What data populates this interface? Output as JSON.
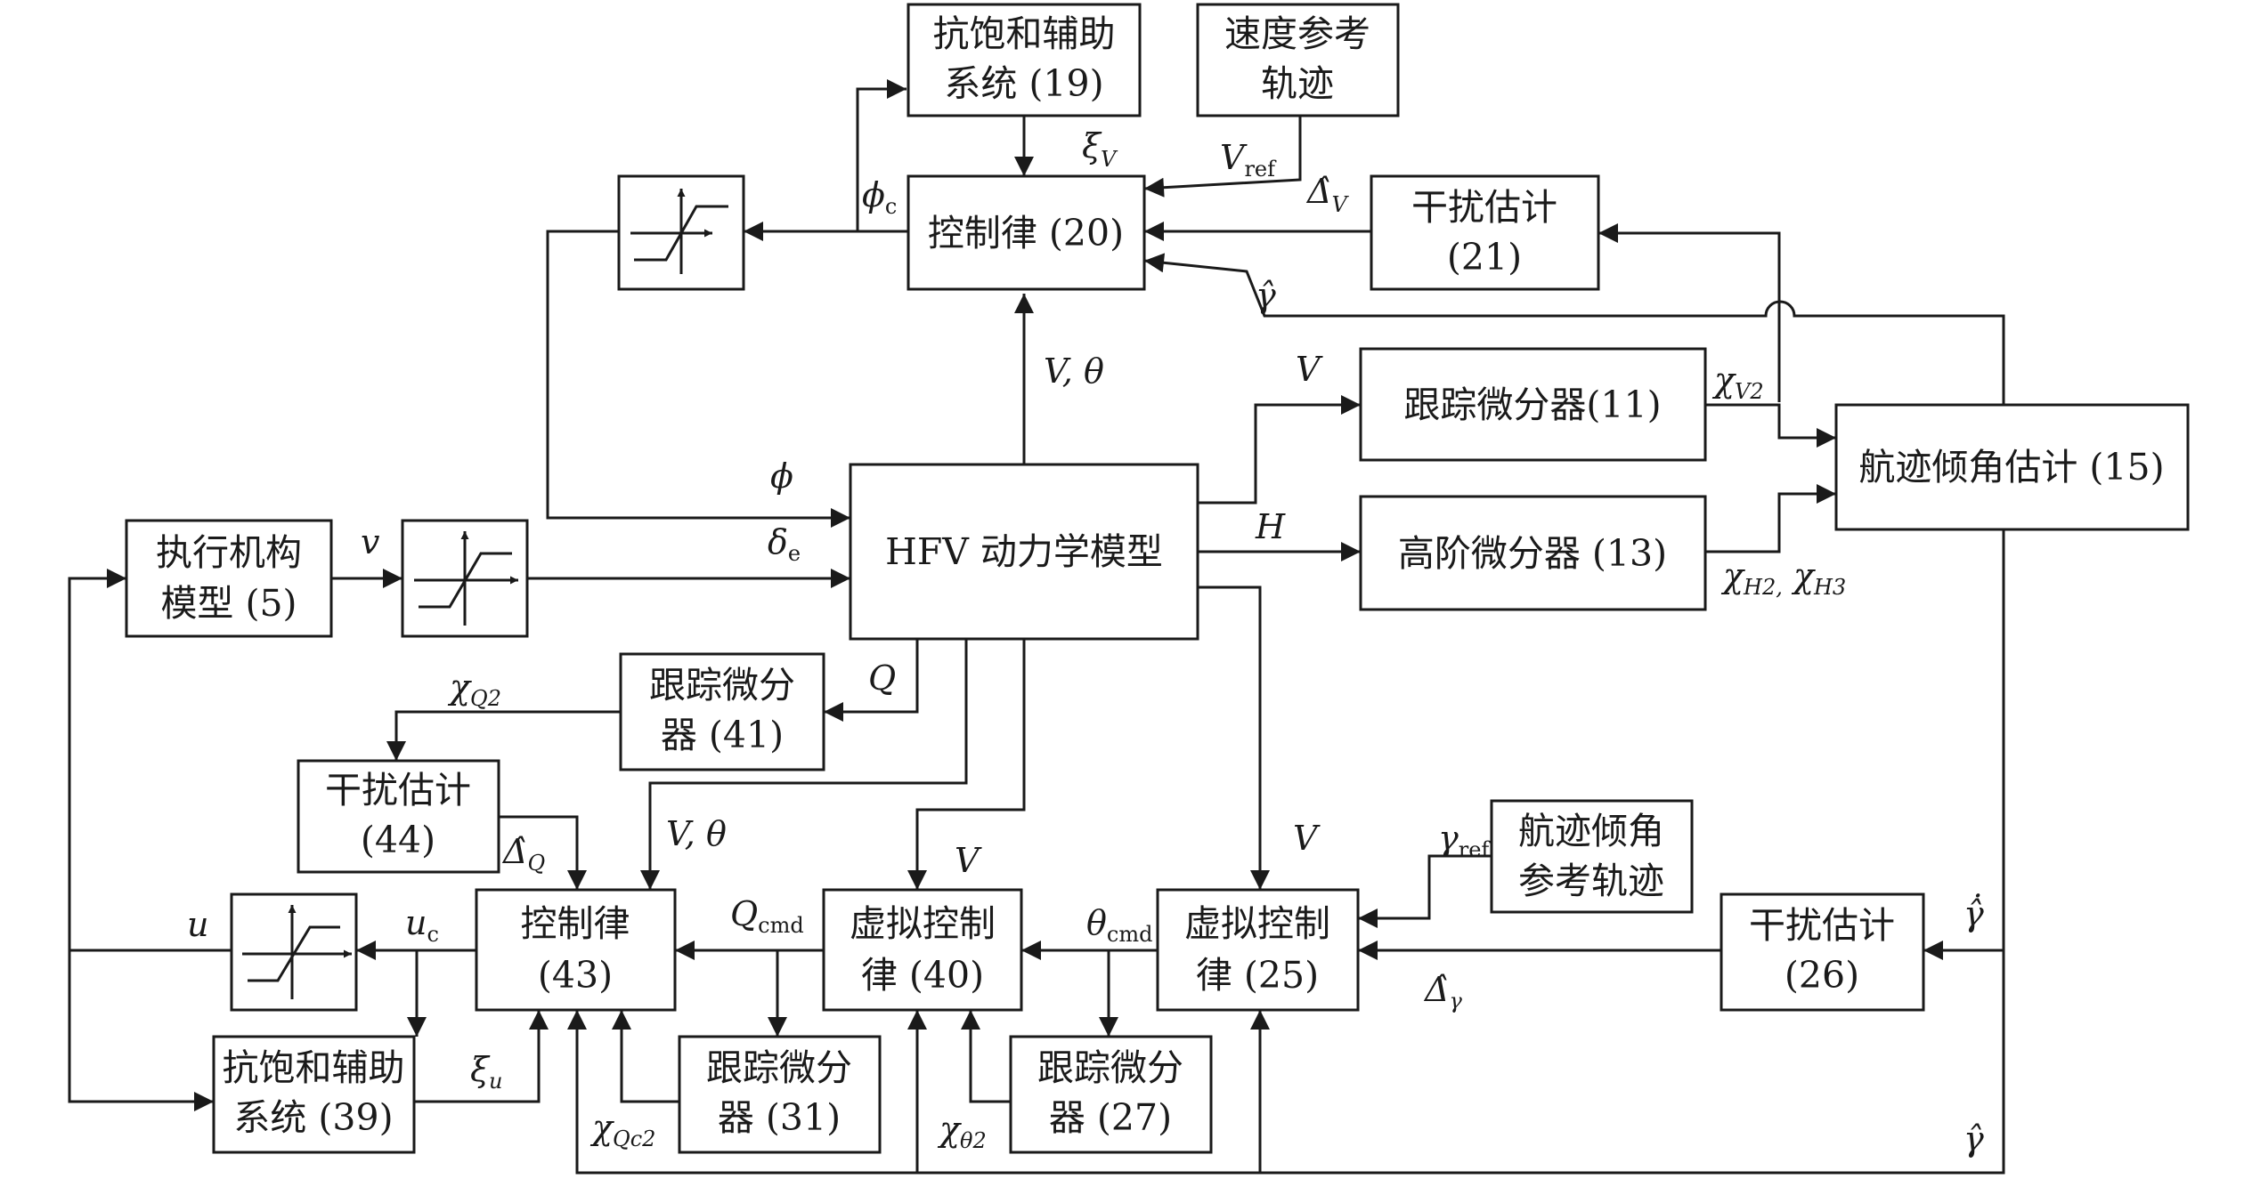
{
  "blocks": {
    "anti19": [
      "抗饱和辅助",
      "系统 (19)"
    ],
    "speedref": [
      "速度参考",
      "轨迹"
    ],
    "law20": [
      "控制律 (20)"
    ],
    "dist21": [
      "干扰估计",
      "(21)"
    ],
    "track11": [
      "跟踪微分器(11)"
    ],
    "high13": [
      "高阶微分器 (13)"
    ],
    "pathest15": [
      "航迹倾角估计 (15)"
    ],
    "hfv": [
      "HFV 动力学模型"
    ],
    "act5": [
      "执行机构",
      "模型 (5)"
    ],
    "track41": [
      "跟踪微分",
      "器 (41)"
    ],
    "dist44": [
      "干扰估计",
      "(44)"
    ],
    "law43": [
      "控制律",
      "(43)"
    ],
    "virt40": [
      "虚拟控制",
      "律 (40)"
    ],
    "virt25": [
      "虚拟控制",
      "律 (25)"
    ],
    "gammaref": [
      "航迹倾角",
      "参考轨迹"
    ],
    "dist26": [
      "干扰估计",
      "(26)"
    ],
    "anti39": [
      "抗饱和辅助",
      "系统 (39)"
    ],
    "track31": [
      "跟踪微分",
      "器 (31)"
    ],
    "track27": [
      "跟踪微分",
      "器 (27)"
    ]
  },
  "signals": {
    "xiV": "ξ",
    "xiV_sub": "V",
    "Vref": "V",
    "Vref_sub": "ref",
    "DeltaV": "Δ̂",
    "DeltaV_sub": "V",
    "phic": "ϕ",
    "phic_sub": "c",
    "gammahat_top": "γ̂",
    "Vtheta_top": "V, θ",
    "V_to11": "V",
    "chiV2": "χ",
    "chiV2_sub": "V2",
    "H": "H",
    "chiH": "χ",
    "chiH_sub1": "H2,",
    "chiH_mid": " χ",
    "chiH_sub2": "H3",
    "phi": "ϕ",
    "deltae": "δ",
    "deltae_sub": "e",
    "v": "v",
    "Q": "Q",
    "chiQ2": "χ",
    "chiQ2_sub": "Q2",
    "DeltaQ": "Δ̂",
    "DeltaQ_sub": "Q",
    "Vtheta_mid": "V, θ",
    "V_to40": "V",
    "V_to25": "V",
    "gammaref": "γ",
    "gammaref_sub": "ref",
    "gammadot": "γ̂̇",
    "u": "u",
    "uc": "u",
    "uc_sub": "c",
    "Qcmd": "Q",
    "Qcmd_sub": "cmd",
    "thetacmd": "θ",
    "thetacmd_sub": "cmd",
    "Deltagamma": "Δ̂",
    "Deltagamma_sub": "γ",
    "xiu": "ξ",
    "xiu_sub": "u",
    "chiQc2": "χ",
    "chiQc2_sub": "Qc2",
    "chitheta2": "χ",
    "chitheta2_sub": "θ2",
    "gammahat_bottom": "γ̂"
  }
}
